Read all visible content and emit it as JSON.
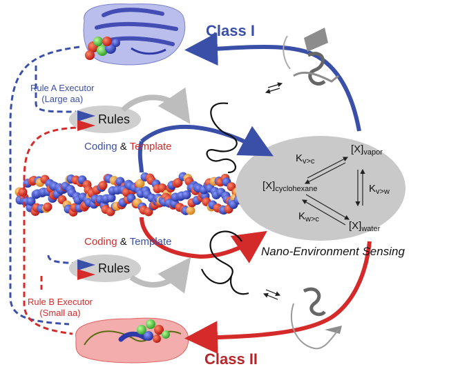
{
  "colors": {
    "class1": "#3a4fa8",
    "class2": "#d42a2a",
    "ellipse": "#c9c9c9",
    "rules_bubble": "#cfcfcf"
  },
  "class1": {
    "title": "Class I",
    "executor_line1": "Rule A Executor",
    "executor_line2": "(Large aa)"
  },
  "class2": {
    "title": "Class II",
    "executor_line1": "Rule B Executor",
    "executor_line2": "(Small aa)"
  },
  "rules": {
    "top_label": "Rules",
    "bottom_label": "Rules"
  },
  "coding_template_top": {
    "word1": "Coding",
    "amp": "&",
    "word2": "Template"
  },
  "coding_template_bottom": {
    "word1": "Coding",
    "amp": "&",
    "word2": "Template"
  },
  "environment": {
    "caption": "Nano-Environment Sensing",
    "vapor_base": "[X]",
    "vapor_sub": "vapor",
    "cyclo_base": "[X]",
    "cyclo_sub": "cyclohexane",
    "water_base": "[X]",
    "water_sub": "water",
    "k_vc_base": "K",
    "k_vc_sub": "v>c",
    "k_vw_base": "K",
    "k_vw_sub": "v>w",
    "k_wc_base": "K",
    "k_wc_sub": "w>c"
  },
  "icons": [
    "protein-class1-icon",
    "protein-class2-icon",
    "dna-helix-icon",
    "folded-protein-icon",
    "unfolded-chain-icon",
    "equilibrium-arrows-icon",
    "flag-icon"
  ]
}
